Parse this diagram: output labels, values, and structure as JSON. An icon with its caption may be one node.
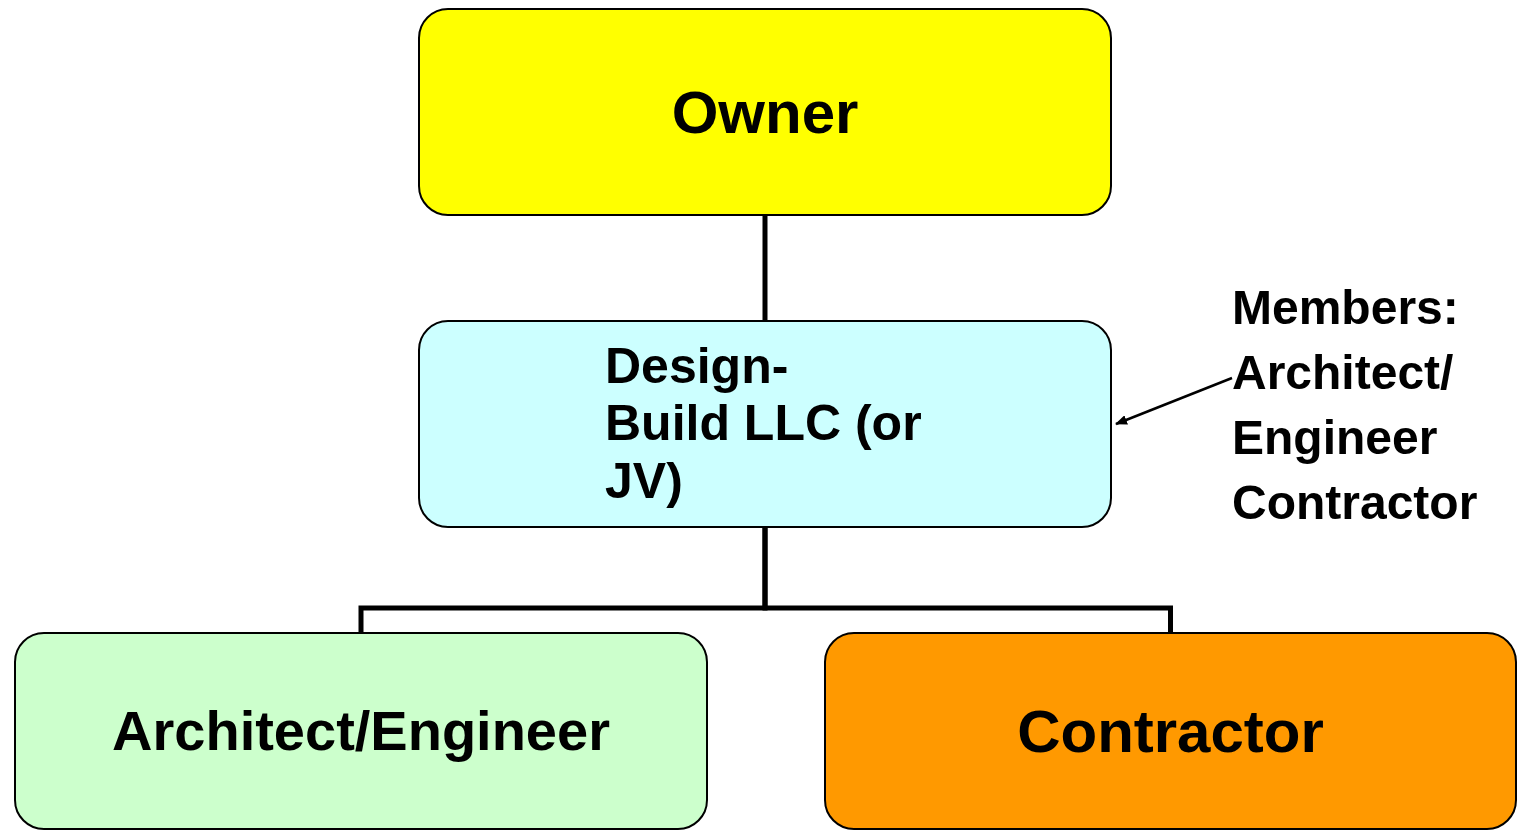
{
  "diagram": {
    "nodes": [
      {
        "text": [
          "Owner"
        ]
      },
      {
        "text": [
          "Design- Build LLC (or JV)"
        ]
      },
      {
        "text": [
          "Architect/Engineer"
        ]
      },
      {
        "text": [
          "Contractor"
        ]
      },
      {
        "text": [
          "Members: Architect/ Engineer Contractor"
        ]
      }
    ],
    "edges": [
      {
        "from": 0,
        "to": 1,
        "arrow": "none"
      },
      {
        "from": 1,
        "to": 2,
        "arrow": "none"
      },
      {
        "from": 1,
        "to": 3,
        "arrow": "none"
      },
      {
        "from": 4,
        "to": 1,
        "arrow": "to"
      }
    ]
  }
}
